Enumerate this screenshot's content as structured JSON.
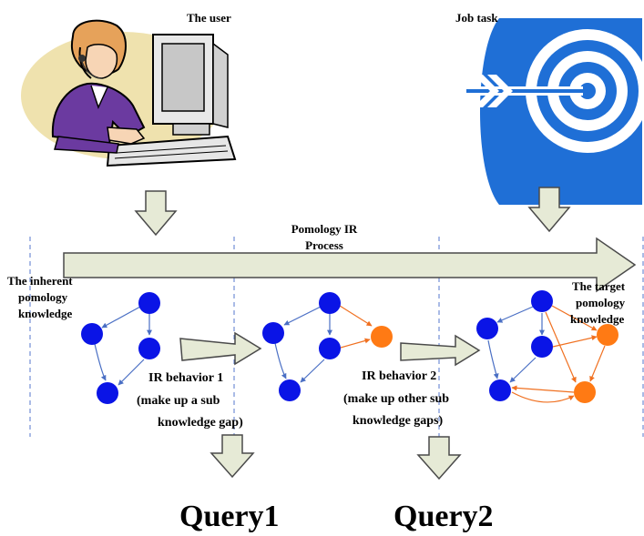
{
  "labels": {
    "user_title": "The user",
    "job_title": "Job task",
    "process_line1": "Pomology IR",
    "process_line2": "Process",
    "inherent_line1": "The inherent",
    "inherent_line2": "pomology",
    "inherent_line3": "knowledge",
    "target_line1": "The target",
    "target_line2": "pomology",
    "target_line3": "knowledge",
    "behavior1_line1": "IR behavior 1",
    "behavior1_line2": "(make up a sub",
    "behavior1_line3": "knowledge gap)",
    "behavior2_line1": "IR behavior 2",
    "behavior2_line2": "(make up other sub",
    "behavior2_line3": "knowledge gaps)",
    "query1": "Query1",
    "query2": "Query2"
  },
  "colors": {
    "known_node": "#0a14e6",
    "new_node": "#ff7a14",
    "known_edge": "#4a6fc4",
    "new_edge": "#f07020",
    "arrow_fill": "#e6ead6",
    "divider": "#5577cc",
    "target_blue": "#1f6fd6"
  },
  "icons": {
    "user": "person-at-computer-icon",
    "job": "target-with-arrow-icon"
  }
}
